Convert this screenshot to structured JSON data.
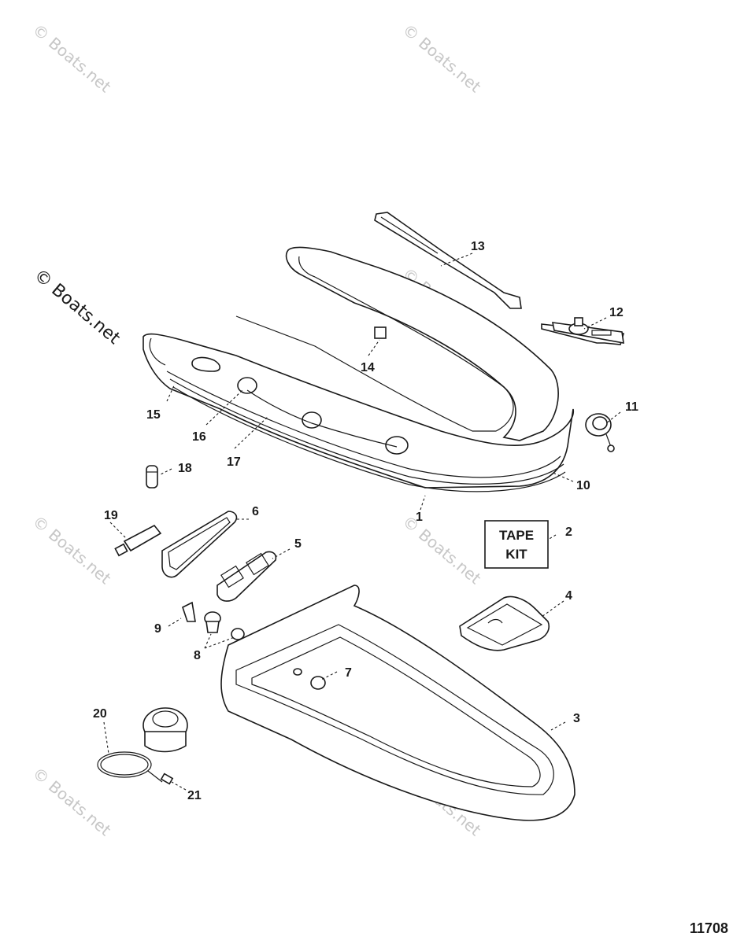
{
  "watermark": "© Boats.net",
  "figure_number": "11708",
  "tape_kit": {
    "line1": "TAPE",
    "line2": "KIT"
  },
  "callouts": [
    "1",
    "2",
    "3",
    "4",
    "5",
    "6",
    "7",
    "8",
    "9",
    "10",
    "11",
    "12",
    "13",
    "14",
    "15",
    "16",
    "17",
    "18",
    "19",
    "20",
    "21"
  ]
}
